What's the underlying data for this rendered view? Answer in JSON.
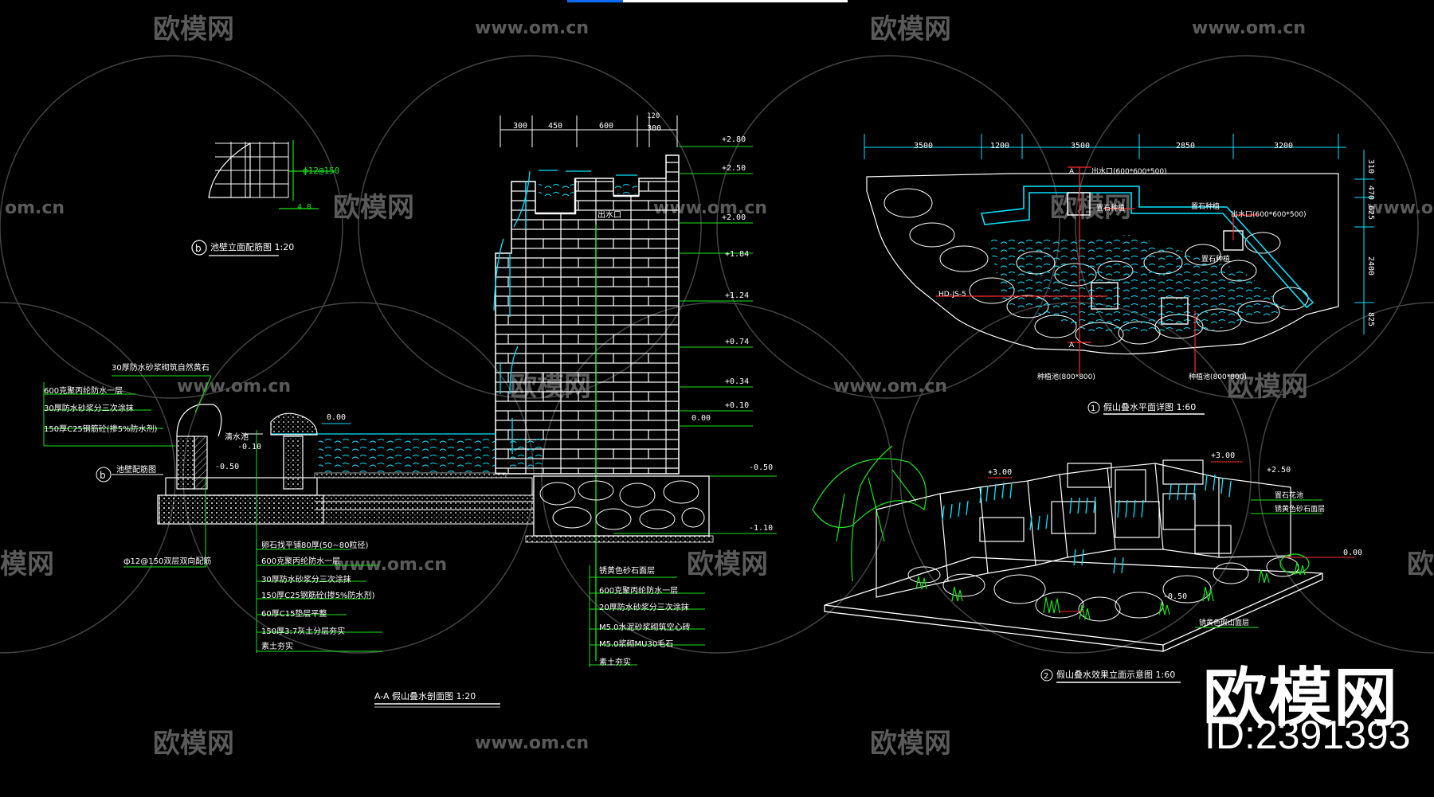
{
  "watermark": {
    "brand": "欧模网",
    "url": "www.om.cn",
    "partial_url": "om.cn",
    "partial_brand": "模网"
  },
  "brand_mark": {
    "title": "欧模网",
    "id": "ID:2391393"
  },
  "colors": {
    "line_white": "#ffffff",
    "cyan": "#00e5ff",
    "green": "#19e619",
    "red": "#ff2a2a",
    "yellow": "#e6e600",
    "watermark": "#555555"
  },
  "detail_b_elevation": {
    "title": "池壁立面配筋图 1:20",
    "marker": "b",
    "rebar_label": "ф12@150",
    "dim_small": "4.8"
  },
  "section_aa": {
    "title": "A-A 假山叠水剖面图 1:20",
    "top_dims": [
      "300",
      "450",
      "600",
      "120",
      "300"
    ],
    "elevations": [
      "+2.80",
      "+2.50",
      "+2.00",
      "+1.84",
      "+1.24",
      "+0.74",
      "+0.34",
      "+0.10",
      "0.00",
      "-0.50",
      "-1.10"
    ],
    "pool_labels": {
      "water_level": "0.00",
      "water_name": "清水池",
      "depth_a": "-0.10",
      "depth_b": "-0.50",
      "outlet": "出水口"
    },
    "wall_notes": [
      "30厚防水砂浆砌筑自然黄石",
      "600克聚丙纶防水一层",
      "30厚防水砂浆分三次涂抹",
      "150厚C25钢筋砼(掺5%防水剂)"
    ],
    "detail_marker": {
      "id": "b",
      "label": "池壁配筋图"
    },
    "rebar_note": "ф12@150双层双向配筋",
    "base_notes": [
      "卵石找平铺80厚(50~80粒径)",
      "600克聚丙纶防水一层",
      "30厚防水砂浆分三次涂抹",
      "150厚C25钢筋砼(掺5%防水剂)",
      "60厚C15垫层平整",
      "150厚3:7灰土分层夯实",
      "素土夯实"
    ],
    "rock_notes": [
      "锈黄色砂石面层",
      "600克聚丙纶防水一层",
      "20厚防水砂浆分三次涂抹",
      "M5.0水泥砂浆砌筑空心砖",
      "M5.0浆砌MU30毛石",
      "素土夯实"
    ]
  },
  "plan_view": {
    "title": "假山叠水平面详图 1:60",
    "marker": "1",
    "top_dims": [
      "3500",
      "1200",
      "3500",
      "2850",
      "3200"
    ],
    "right_dims": [
      "310",
      "470",
      "625",
      "2400",
      "825"
    ],
    "labels": {
      "outlet": "出水口(600*600*500)",
      "outlet2": "出水口(600*600*500)",
      "plant_box": "种植池(800*800)",
      "plant_box2": "种植池(800*800)",
      "rock_a": "置石种植",
      "rock_b": "置石种植",
      "section_a": "A",
      "section_a2": "A",
      "ref": "HD-JS-5"
    }
  },
  "perspective": {
    "title": "假山叠水效果立面示意图 1:60",
    "marker": "2",
    "elevations": [
      "+3.00",
      "+3.00",
      "+2.50",
      "0.00",
      "-0.50"
    ],
    "labels": [
      "置石花池",
      "锈黄色砂石面层",
      "锈黄色假山面层"
    ]
  }
}
